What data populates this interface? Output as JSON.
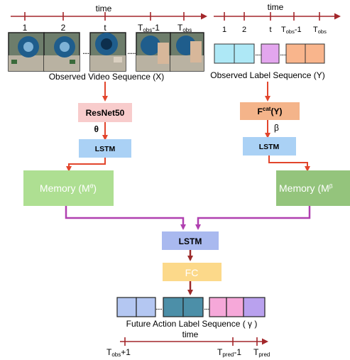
{
  "left_timeline": {
    "title": "time",
    "ticks": [
      "1",
      "2",
      "t",
      "T",
      "-1",
      "T"
    ],
    "tobs_sub": "obs",
    "ellipsis": "......"
  },
  "right_timeline": {
    "title": "time",
    "ticks": [
      "1",
      "2",
      "t",
      "T",
      "-1",
      "T"
    ],
    "tobs_sub": "obs"
  },
  "video_caption": "Observed Video Sequence (X)",
  "label_caption": "Observed Label Sequence (Y)",
  "left_branch": {
    "encoder": "ResNet50",
    "param": "θ",
    "lstm": "LSTM",
    "memory": "Memory (M",
    "memory_sup": "θ",
    "memory_close": ")"
  },
  "right_branch": {
    "encoder": "F",
    "encoder_sup": "cat",
    "encoder_rest": "(Y)",
    "param": "β",
    "lstm": "LSTM",
    "memory": "Memory (M",
    "memory_sup": "β"
  },
  "fusion": {
    "lstm": "LSTM",
    "fc": "FC"
  },
  "future_caption": "Future Action Label Sequence ( γ )",
  "future_timeline": {
    "title": "time",
    "t_label": "T",
    "t_sub": "obs",
    "t_suffix": "+1",
    "p_label": "T",
    "p_sub": "pred",
    "p_suffix": "-1",
    "p2_label": "T",
    "p2_sub": "pred"
  },
  "colors": {
    "timeline": "#a3272b",
    "arrow_red": "#e2452c",
    "arrow_dark": "#9c2a2a",
    "arrow_magenta": "#b040b0",
    "resnet_box": "#f8cccc",
    "fcat_box": "#f4b48a",
    "lstm_box": "#aad1f5",
    "fusion_lstm": "#a9b9ef",
    "fc_box": "#fcd98a",
    "memory_left": "#aedf92",
    "memory_right": "#94c47c",
    "label_cyan": "#aee8f6",
    "label_violet": "#e3a6ee",
    "label_orange": "#f9b58c",
    "future_lavender": "#b4c7f2",
    "future_teal": "#4c8fa8",
    "future_pink": "#f6a8d9",
    "future_purple": "#b9a1ee"
  }
}
